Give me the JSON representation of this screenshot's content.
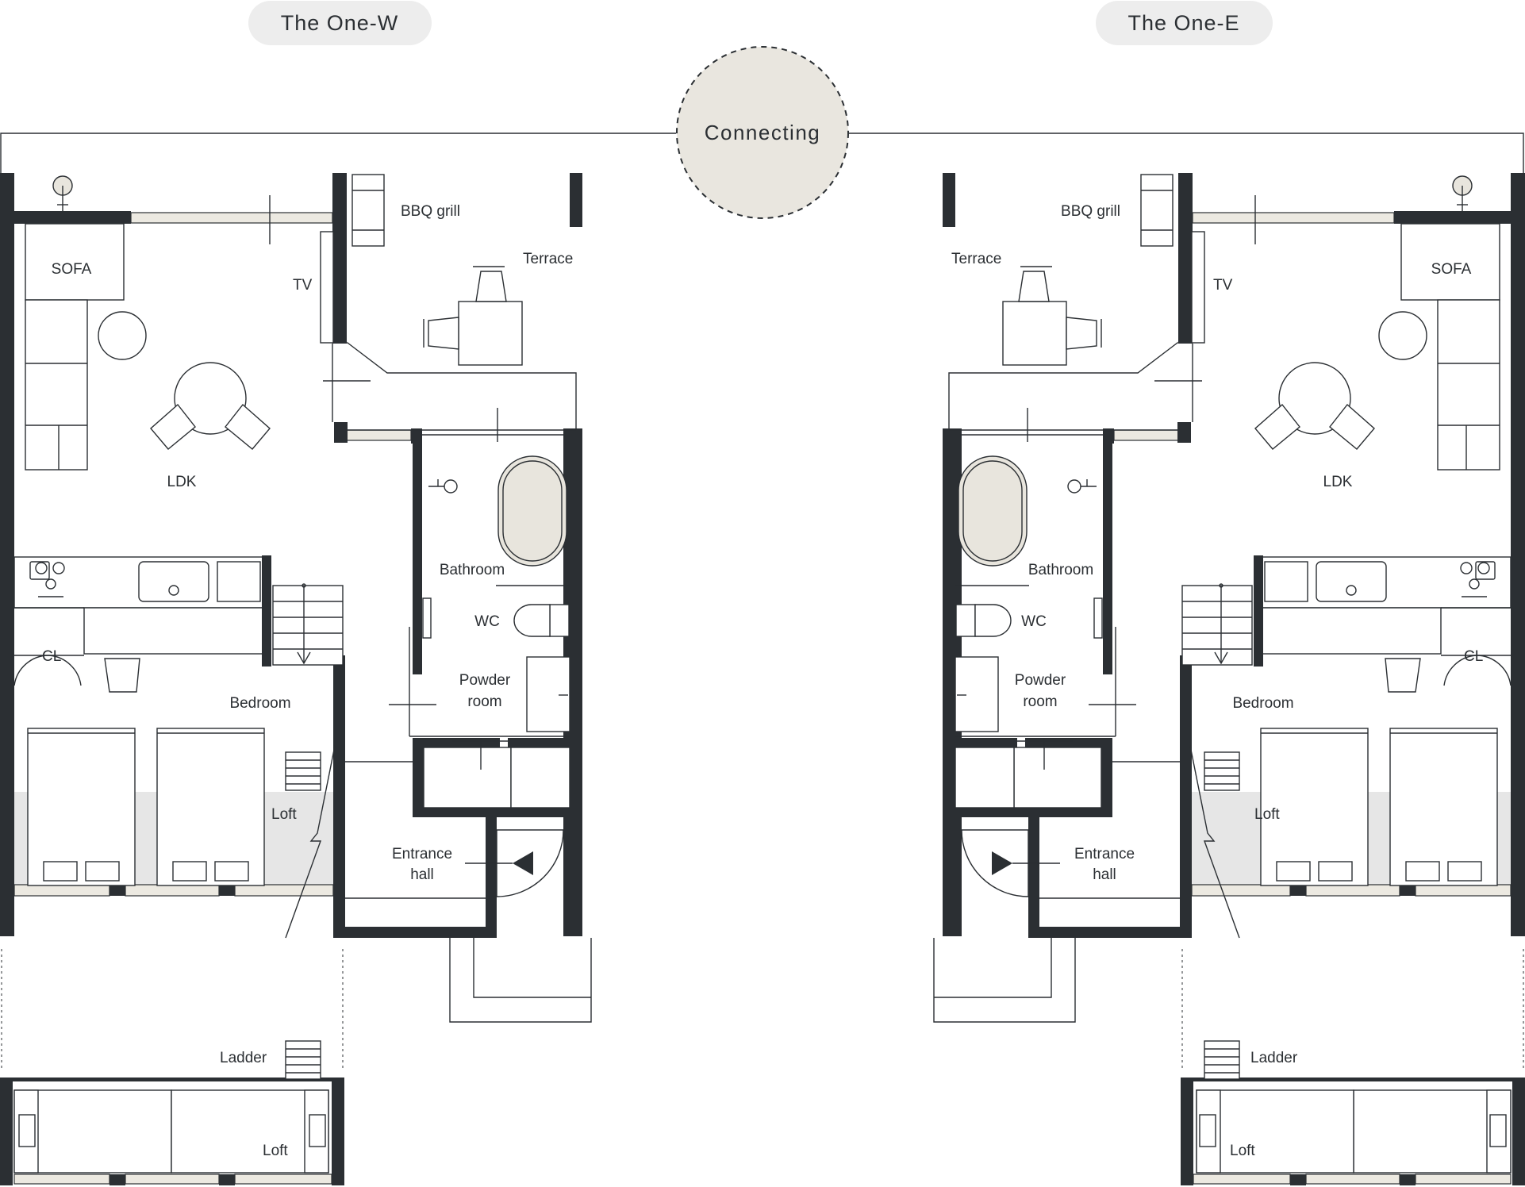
{
  "units": {
    "west": {
      "title": "The One-W"
    },
    "east": {
      "title": "The One-E"
    }
  },
  "connecting_label": "Connecting",
  "rooms": {
    "bbq": "BBQ grill",
    "terrace": "Terrace",
    "sofa": "SOFA",
    "tv": "TV",
    "ldk": "LDK",
    "bathroom": "Bathroom",
    "wc": "WC",
    "powder_line1": "Powder",
    "powder_line2": "room",
    "bedroom": "Bedroom",
    "loft": "Loft",
    "cl": "CL",
    "entrance_line1": "Entrance",
    "entrance_line2": "hall",
    "ladder": "Ladder"
  },
  "colors": {
    "wall": "#2b2f33",
    "pill": "#ededed",
    "connecting_fill": "#e9e6df",
    "loft_fill": "#e6e6e6",
    "window_fill": "#ece9e1"
  }
}
